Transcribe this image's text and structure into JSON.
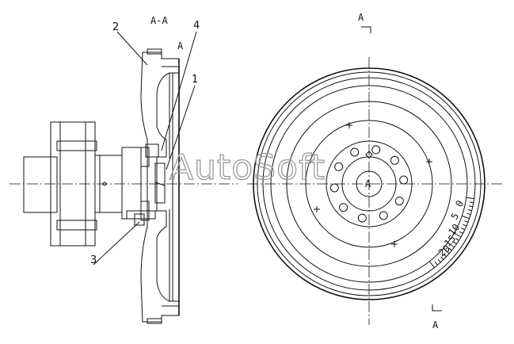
{
  "section_label": "A-A",
  "callouts": {
    "c1": "1",
    "c2": "2",
    "c3": "3",
    "c4": "4"
  },
  "cut_marks": {
    "top_left": "A",
    "top_right": "A",
    "bottom_right": "A"
  },
  "center_mark": "A",
  "scale_ticks": [
    "0",
    "5",
    "10",
    "15",
    "20"
  ],
  "watermark": "AutoSoft"
}
